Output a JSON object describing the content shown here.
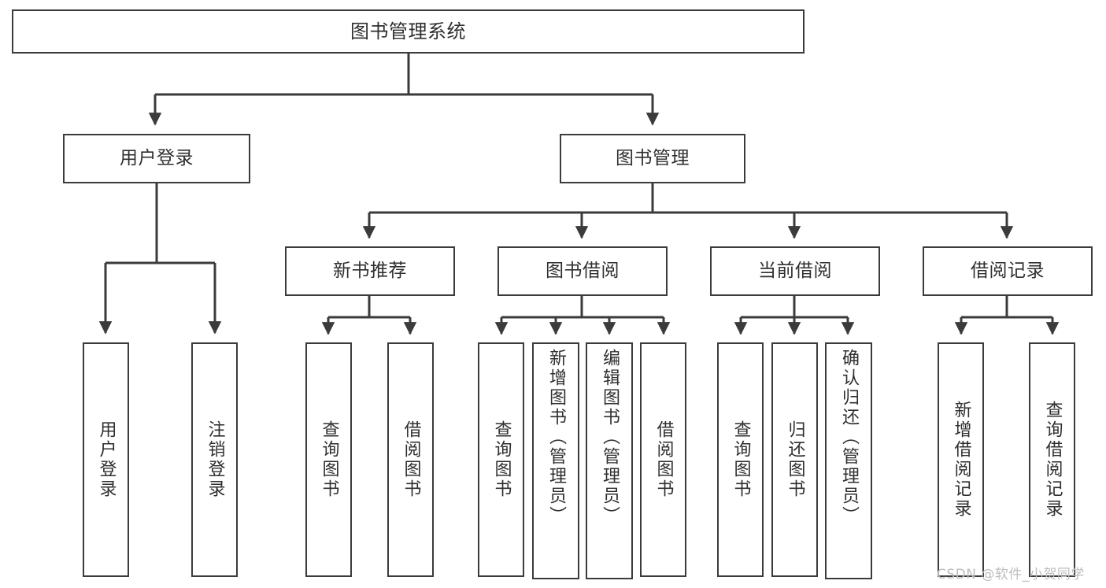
{
  "diagram": {
    "title": "图书管理系统",
    "root": {
      "label": "图书管理系统"
    },
    "level2": [
      {
        "label": "用户登录"
      },
      {
        "label": "图书管理"
      }
    ],
    "level3": [
      {
        "label": "新书推荐"
      },
      {
        "label": "图书借阅"
      },
      {
        "label": "当前借阅"
      },
      {
        "label": "借阅记录"
      }
    ],
    "leaves": {
      "user_login": [
        {
          "label": "用户登录"
        },
        {
          "label": "注销登录"
        }
      ],
      "new_book": [
        {
          "label": "查询图书"
        },
        {
          "label": "借阅图书"
        }
      ],
      "borrow_book": [
        {
          "label": "查询图书"
        },
        {
          "label": "新增图书（管理员）"
        },
        {
          "label": "编辑图书（管理员）"
        },
        {
          "label": "借阅图书"
        }
      ],
      "current_borrow": [
        {
          "label": "查询图书"
        },
        {
          "label": "归还图书"
        },
        {
          "label": "确认归还（管理员）"
        }
      ],
      "borrow_record": [
        {
          "label": "新增借阅记录"
        },
        {
          "label": "查询借阅记录"
        }
      ]
    }
  },
  "watermark": {
    "text": "CSDN @软件_小贺同学"
  },
  "colors": {
    "box_border": "#3b3b3b",
    "text": "#2f2f2f",
    "background": "#ffffff",
    "watermark": "#bdbdbd"
  }
}
